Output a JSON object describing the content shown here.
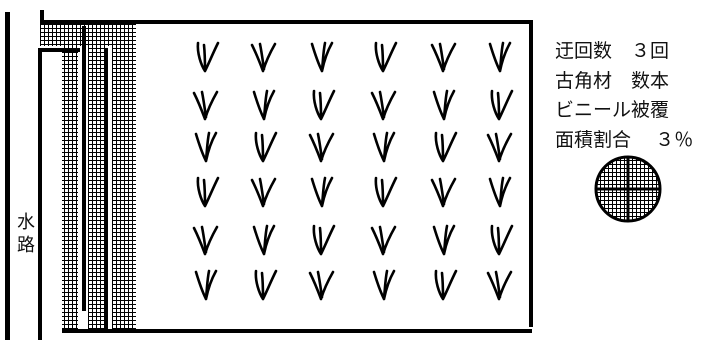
{
  "channel": {
    "label_line1": "水",
    "label_line2": "路"
  },
  "legend": {
    "line1": "迂回数　３回",
    "line2": "古角材　数本",
    "line3": "ビニール被覆",
    "line4": "面積割合　 ３％"
  },
  "plants": {
    "rows": 6,
    "columns": 6
  },
  "colors": {
    "ink": "#000000",
    "background": "#ffffff"
  }
}
